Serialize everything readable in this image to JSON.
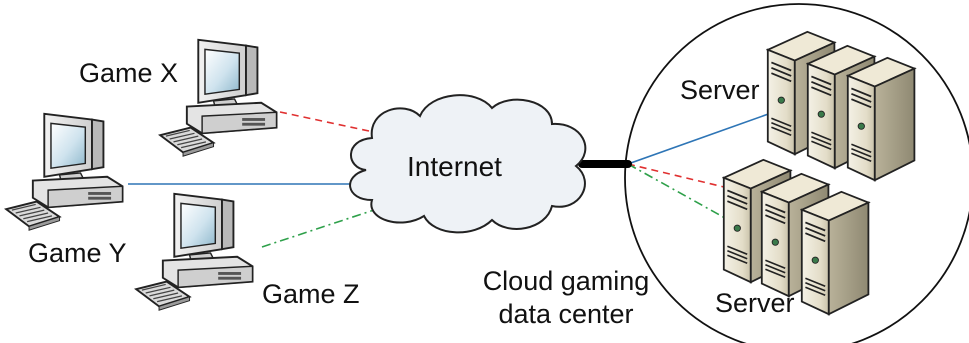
{
  "labels": {
    "game_x": "Game X",
    "game_y": "Game Y",
    "game_z": "Game Z",
    "internet": "Internet",
    "data_center_line1": "Cloud gaming",
    "data_center_line2": "data center",
    "server_top": "Server",
    "server_bottom": "Server"
  },
  "icons": {
    "client": "desktop-computer-icon",
    "server": "tower-server-icon",
    "network": "cloud-icon"
  },
  "colors": {
    "link_game_x": "#e03030",
    "link_game_y": "#2e75b6",
    "link_game_z": "#2ea04a",
    "uplink": "#000000"
  }
}
